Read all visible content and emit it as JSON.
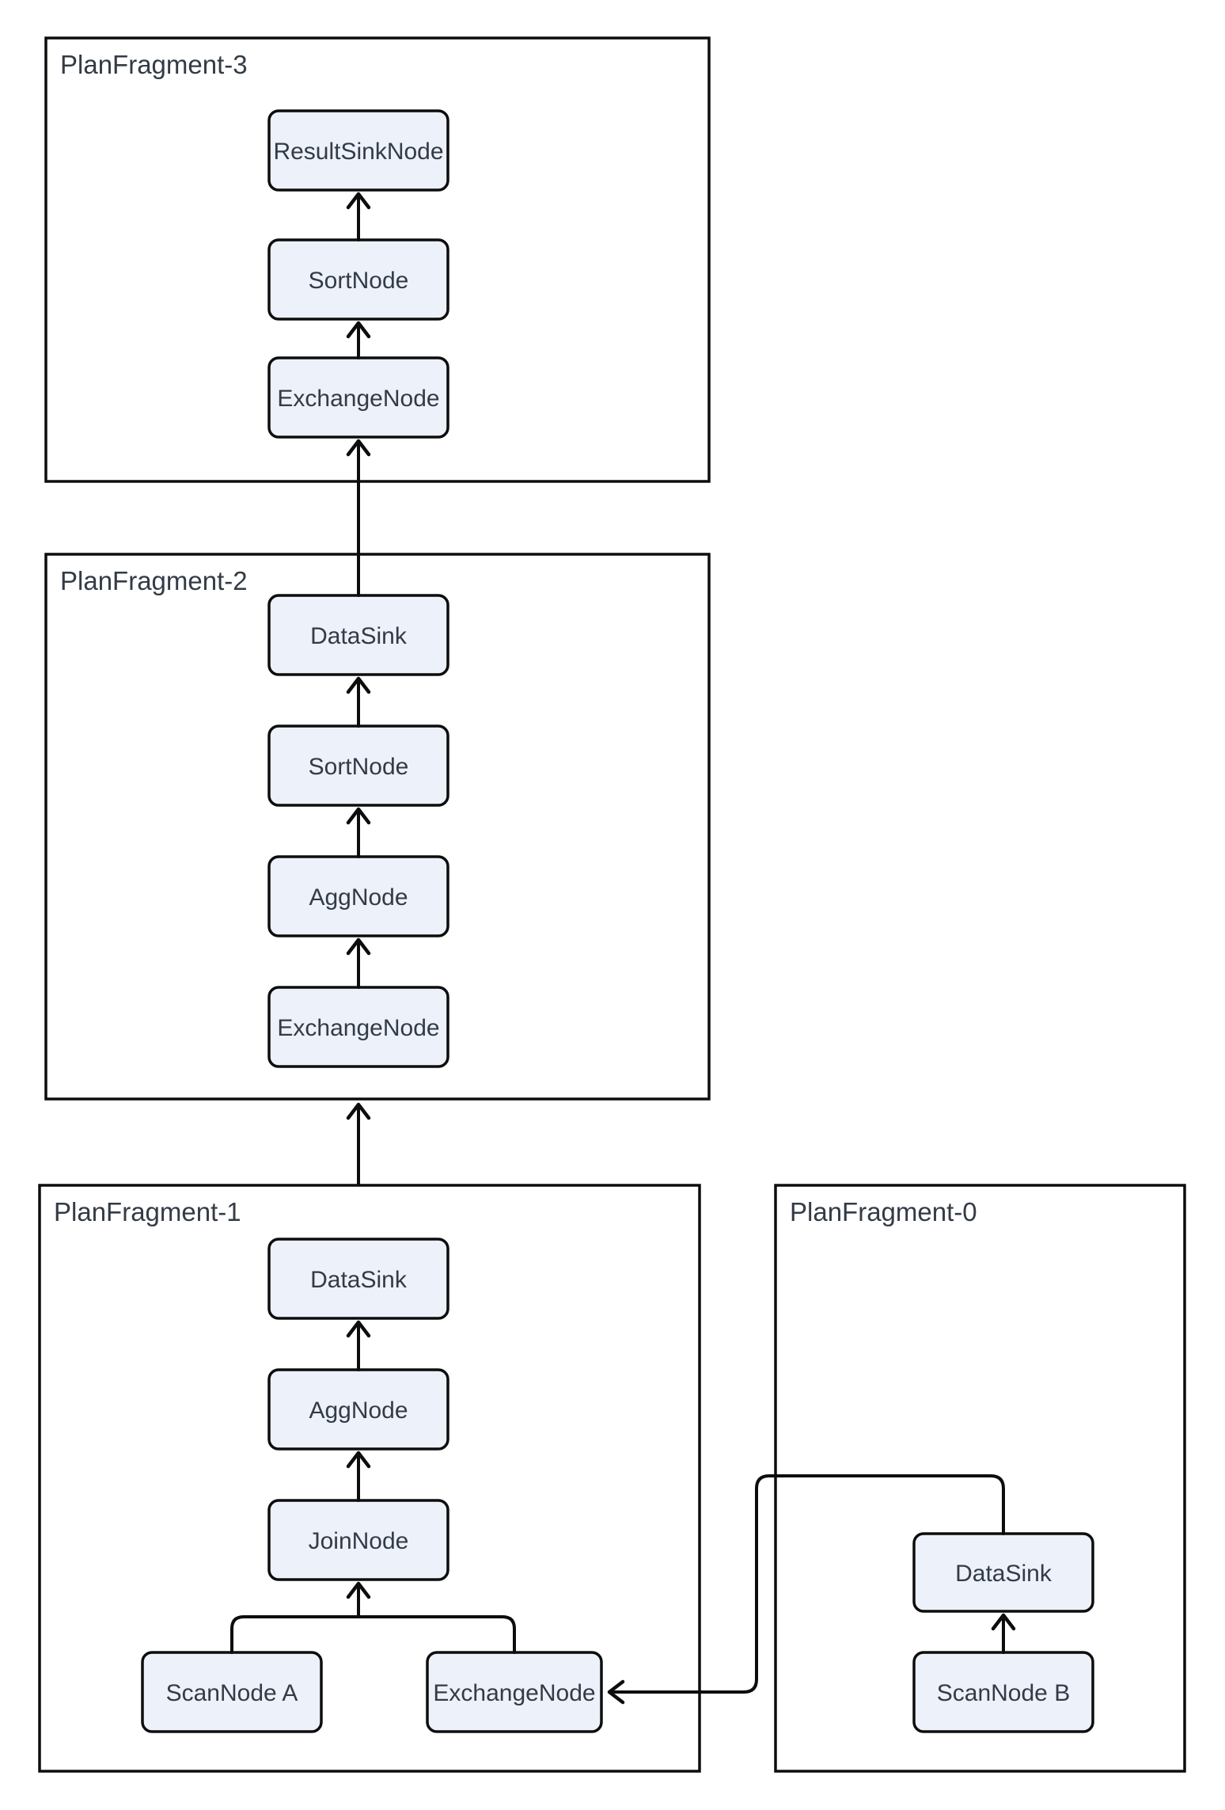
{
  "diagram": {
    "type": "query-plan-fragment-diagram",
    "colors": {
      "background": "#ffffff",
      "fragment_border": "#0d0d0d",
      "node_fill": "#edf1fa",
      "node_border": "#0d0d0d",
      "text": "#333b46",
      "connector": "#0d0d0d"
    },
    "fragments": [
      {
        "title": "PlanFragment-3",
        "nodes": [
          {
            "label": "ResultSinkNode"
          },
          {
            "label": "SortNode"
          },
          {
            "label": "ExchangeNode"
          }
        ]
      },
      {
        "title": "PlanFragment-2",
        "nodes": [
          {
            "label": "DataSink"
          },
          {
            "label": "SortNode"
          },
          {
            "label": "AggNode"
          },
          {
            "label": "ExchangeNode"
          }
        ]
      },
      {
        "title": "PlanFragment-1",
        "nodes": [
          {
            "label": "DataSink"
          },
          {
            "label": "AggNode"
          },
          {
            "label": "JoinNode"
          },
          {
            "label": "ScanNode A"
          },
          {
            "label": "ExchangeNode"
          }
        ]
      },
      {
        "title": "PlanFragment-0",
        "nodes": [
          {
            "label": "DataSink"
          },
          {
            "label": "ScanNode B"
          }
        ]
      }
    ],
    "edges": [
      {
        "from": "PlanFragment-3.ExchangeNode",
        "to": "PlanFragment-3.SortNode"
      },
      {
        "from": "PlanFragment-3.SortNode",
        "to": "PlanFragment-3.ResultSinkNode"
      },
      {
        "from": "PlanFragment-2.ExchangeNode",
        "to": "PlanFragment-2.AggNode"
      },
      {
        "from": "PlanFragment-2.AggNode",
        "to": "PlanFragment-2.SortNode"
      },
      {
        "from": "PlanFragment-2.SortNode",
        "to": "PlanFragment-2.DataSink"
      },
      {
        "from": "PlanFragment-2.DataSink",
        "to": "PlanFragment-3.ExchangeNode"
      },
      {
        "from": "PlanFragment-1.ScanNode A",
        "to": "PlanFragment-1.JoinNode"
      },
      {
        "from": "PlanFragment-1.ExchangeNode",
        "to": "PlanFragment-1.JoinNode"
      },
      {
        "from": "PlanFragment-1.JoinNode",
        "to": "PlanFragment-1.AggNode"
      },
      {
        "from": "PlanFragment-1.AggNode",
        "to": "PlanFragment-1.DataSink"
      },
      {
        "from": "PlanFragment-1.DataSink",
        "to": "PlanFragment-2.ExchangeNode"
      },
      {
        "from": "PlanFragment-0.ScanNode B",
        "to": "PlanFragment-0.DataSink"
      },
      {
        "from": "PlanFragment-0.DataSink",
        "to": "PlanFragment-1.ExchangeNode"
      }
    ]
  }
}
